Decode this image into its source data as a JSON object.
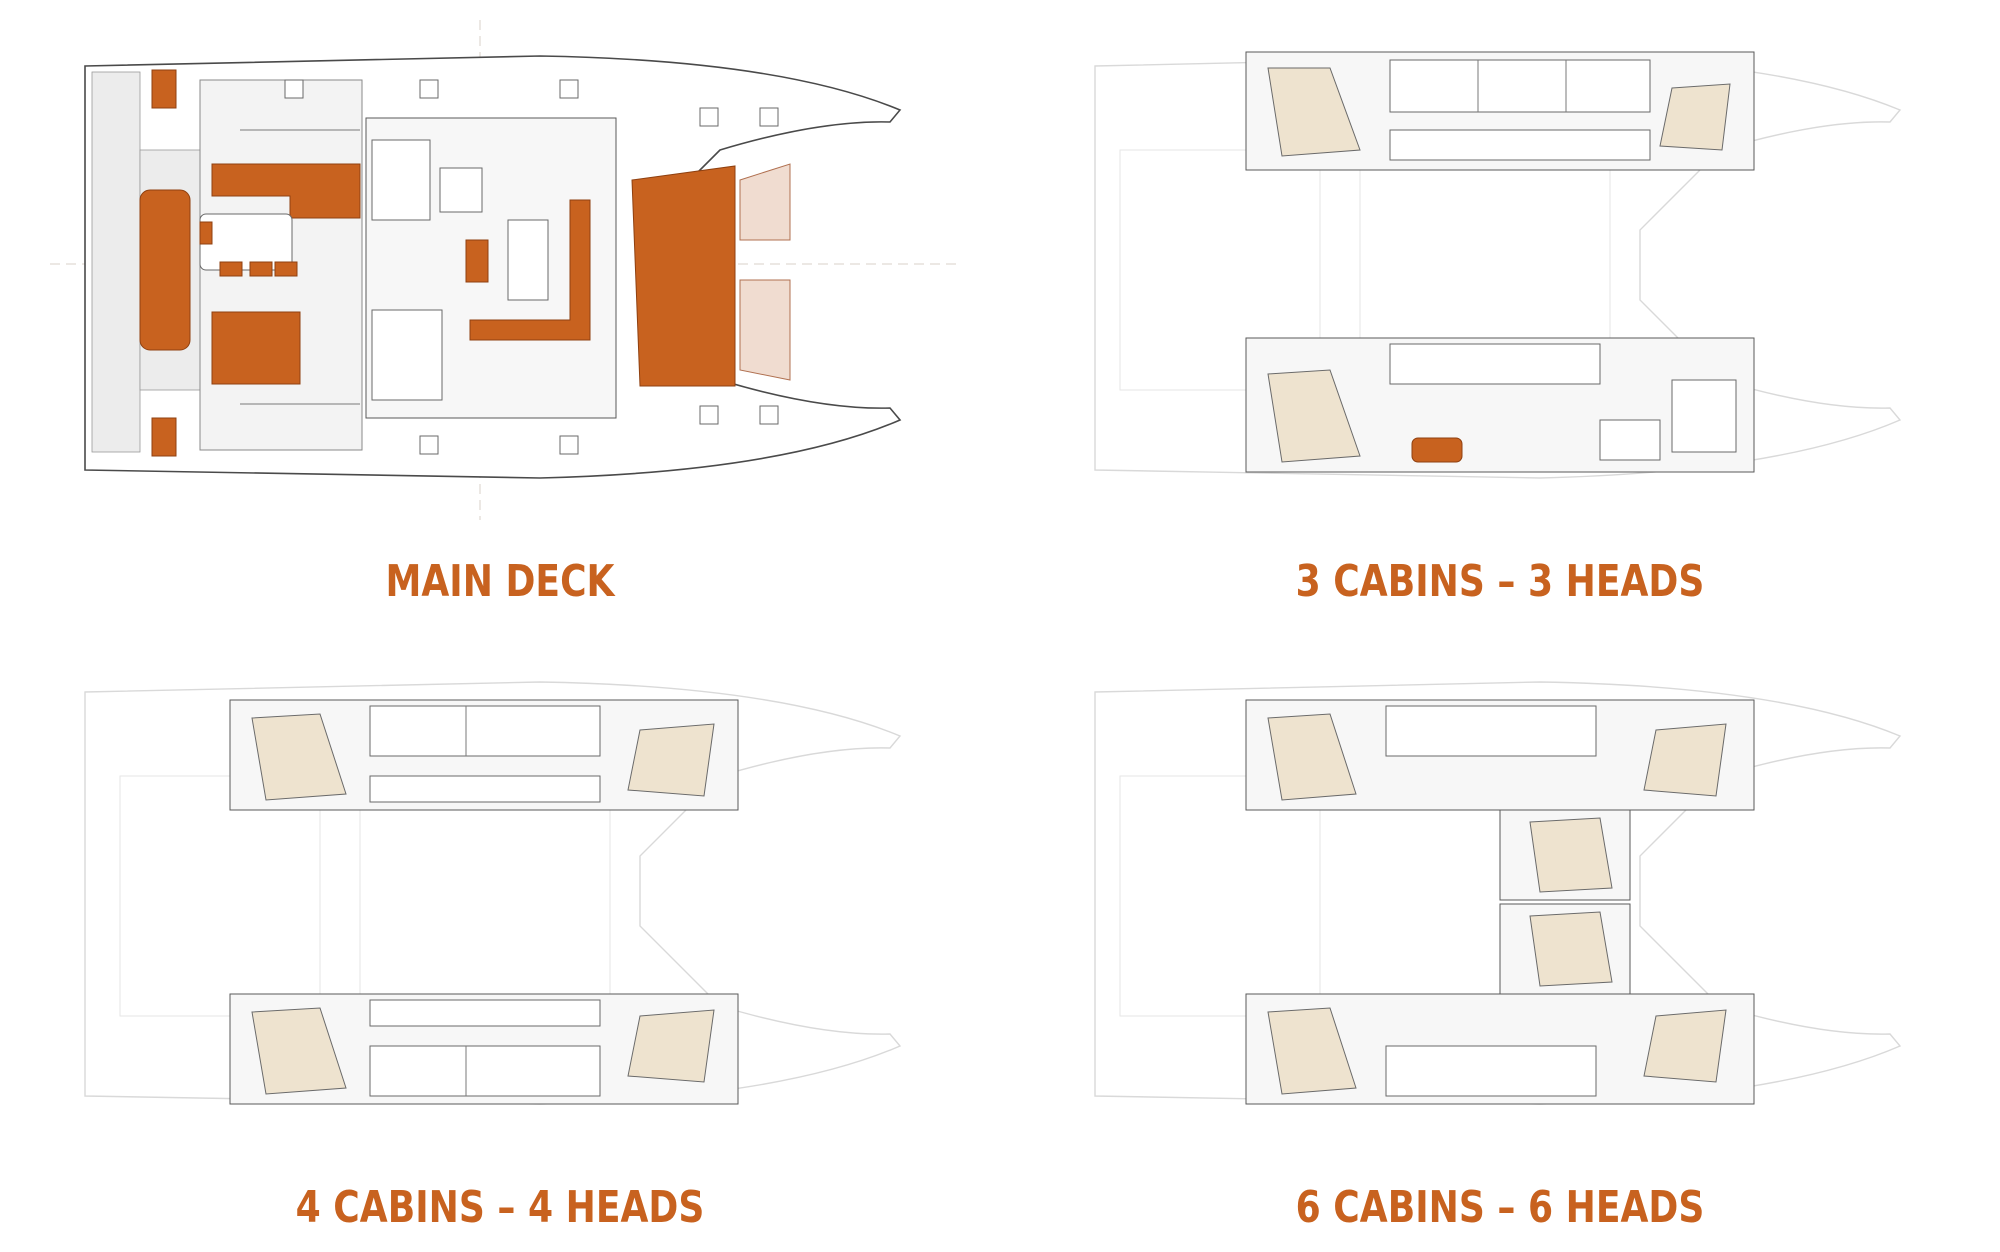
{
  "colors": {
    "accent": "#c8621f",
    "bed": "#eee3cf",
    "caption": "#c8621f"
  },
  "layouts": [
    {
      "id": "main-deck",
      "caption": "MAIN DECK"
    },
    {
      "id": "3-cabins",
      "caption": "3 CABINS – 3 HEADS"
    },
    {
      "id": "4-cabins",
      "caption": "4 CABINS – 4 HEADS"
    },
    {
      "id": "6-cabins",
      "caption": "6 CABINS – 6 HEADS"
    }
  ]
}
